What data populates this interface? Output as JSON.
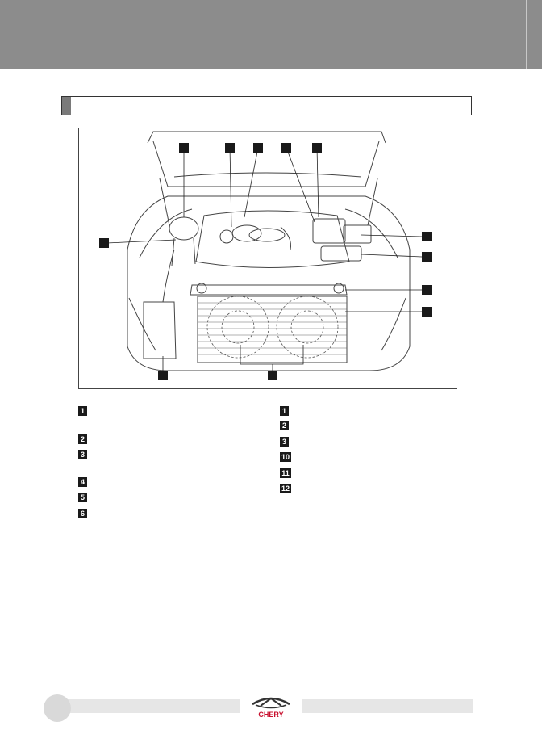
{
  "header": {
    "title": ""
  },
  "section": {
    "title": ""
  },
  "figure": {
    "callout_labels": [
      "",
      "",
      "",
      "",
      "",
      "",
      "",
      "",
      "",
      "",
      "",
      ""
    ]
  },
  "legend": {
    "left": [
      {
        "num": "1",
        "text": ""
      },
      {
        "num": "2",
        "text": ""
      },
      {
        "num": "3",
        "text": ""
      },
      {
        "num": "4",
        "text": ""
      },
      {
        "num": "5",
        "text": ""
      },
      {
        "num": "6",
        "text": ""
      }
    ],
    "right": [
      {
        "num": "1",
        "text": ""
      },
      {
        "num": "2",
        "text": ""
      },
      {
        "num": "3",
        "text": ""
      },
      {
        "num": "10",
        "text": ""
      },
      {
        "num": "11",
        "text": ""
      },
      {
        "num": "12",
        "text": ""
      }
    ]
  },
  "footer": {
    "brand": "CHERY",
    "page_number": ""
  },
  "colors": {
    "header_gray": "#8c8c8c",
    "brand_red": "#c8102e"
  }
}
